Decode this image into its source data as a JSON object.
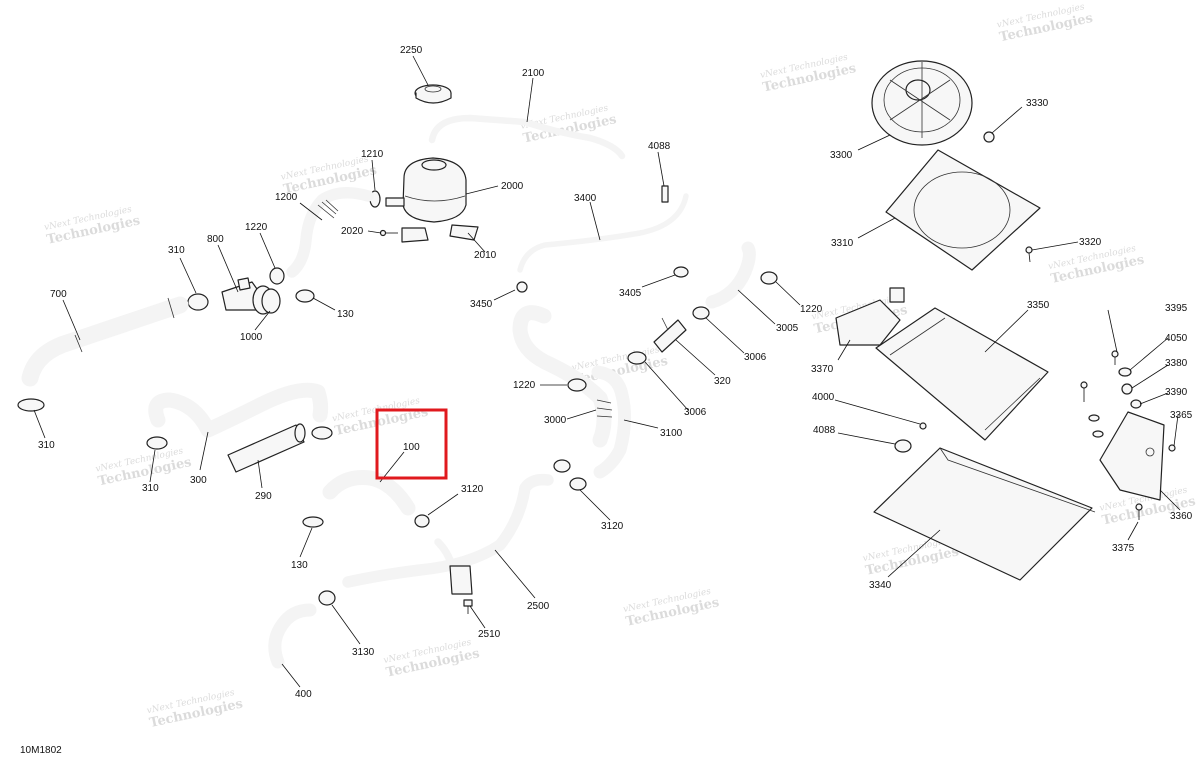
{
  "diagram_id": "10M1802",
  "watermark": {
    "line1": "vNext Technologies",
    "line2": "Technologies"
  },
  "callouts": [
    {
      "id": "c2250",
      "text": "2250"
    },
    {
      "id": "c2100",
      "text": "2100"
    },
    {
      "id": "c1210",
      "text": "1210"
    },
    {
      "id": "c1200",
      "text": "1200"
    },
    {
      "id": "c2000",
      "text": "2000"
    },
    {
      "id": "c2020",
      "text": "2020"
    },
    {
      "id": "c2010",
      "text": "2010"
    },
    {
      "id": "c1220a",
      "text": "1220"
    },
    {
      "id": "c800",
      "text": "800"
    },
    {
      "id": "c310a",
      "text": "310"
    },
    {
      "id": "c700",
      "text": "700"
    },
    {
      "id": "c1000",
      "text": "1000"
    },
    {
      "id": "c130a",
      "text": "130"
    },
    {
      "id": "c310b",
      "text": "310"
    },
    {
      "id": "c310c",
      "text": "310"
    },
    {
      "id": "c300",
      "text": "300"
    },
    {
      "id": "c290",
      "text": "290"
    },
    {
      "id": "c100",
      "text": "100"
    },
    {
      "id": "c130b",
      "text": "130"
    },
    {
      "id": "c3120a",
      "text": "3120"
    },
    {
      "id": "c400",
      "text": "400"
    },
    {
      "id": "c3130",
      "text": "3130"
    },
    {
      "id": "c2510",
      "text": "2510"
    },
    {
      "id": "c2500",
      "text": "2500"
    },
    {
      "id": "c4088a",
      "text": "4088"
    },
    {
      "id": "c3400",
      "text": "3400"
    },
    {
      "id": "c3450",
      "text": "3450"
    },
    {
      "id": "c3405",
      "text": "3405"
    },
    {
      "id": "c1220b",
      "text": "1220"
    },
    {
      "id": "c3005",
      "text": "3005"
    },
    {
      "id": "c3006a",
      "text": "3006"
    },
    {
      "id": "c320",
      "text": "320"
    },
    {
      "id": "c3006b",
      "text": "3006"
    },
    {
      "id": "c1220c",
      "text": "1220"
    },
    {
      "id": "c3000",
      "text": "3000"
    },
    {
      "id": "c3100",
      "text": "3100"
    },
    {
      "id": "c3120b",
      "text": "3120"
    },
    {
      "id": "c3330",
      "text": "3330"
    },
    {
      "id": "c3300",
      "text": "3300"
    },
    {
      "id": "c3310",
      "text": "3310"
    },
    {
      "id": "c3320",
      "text": "3320"
    },
    {
      "id": "c3350",
      "text": "3350"
    },
    {
      "id": "c3370",
      "text": "3370"
    },
    {
      "id": "c3395",
      "text": "3395"
    },
    {
      "id": "c4050",
      "text": "4050"
    },
    {
      "id": "c3380",
      "text": "3380"
    },
    {
      "id": "c3390",
      "text": "3390"
    },
    {
      "id": "c3365",
      "text": "3365"
    },
    {
      "id": "c3360",
      "text": "3360"
    },
    {
      "id": "c4000",
      "text": "4000"
    },
    {
      "id": "c4088b",
      "text": "4088"
    },
    {
      "id": "c3340",
      "text": "3340"
    },
    {
      "id": "c3375",
      "text": "3375"
    }
  ],
  "highlight": {
    "label": "100",
    "color": "#e0191e"
  }
}
